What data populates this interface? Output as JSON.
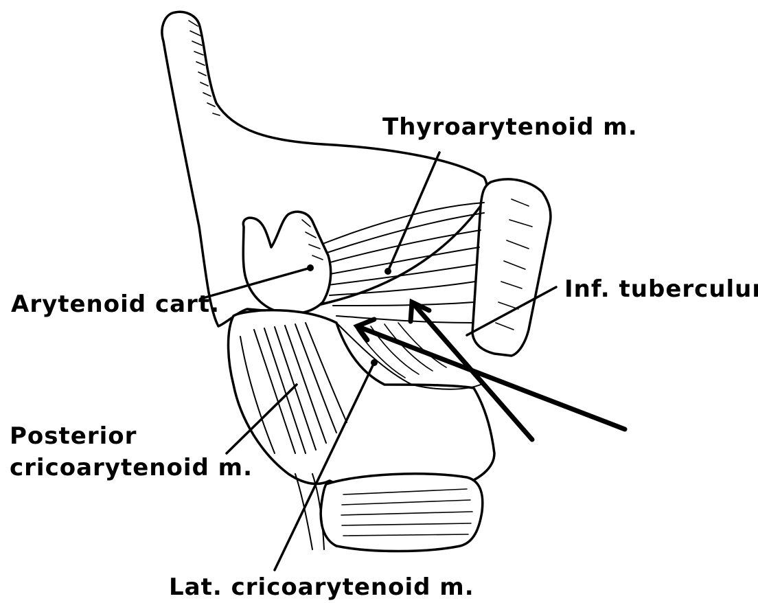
{
  "labels": {
    "thyroarytenoid": "Thyroarytenoid m.",
    "arytenoid": "Arytenoid cart.",
    "inf_tuberculum": "Inf. tuberculum",
    "posterior_line1": "Posterior",
    "posterior_line2": "cricoarytenoid m.",
    "lat_cricoarytenoid": "Lat. cricoarytenoid m."
  },
  "colors": {
    "ink": "#000000",
    "paper": "#ffffff"
  }
}
